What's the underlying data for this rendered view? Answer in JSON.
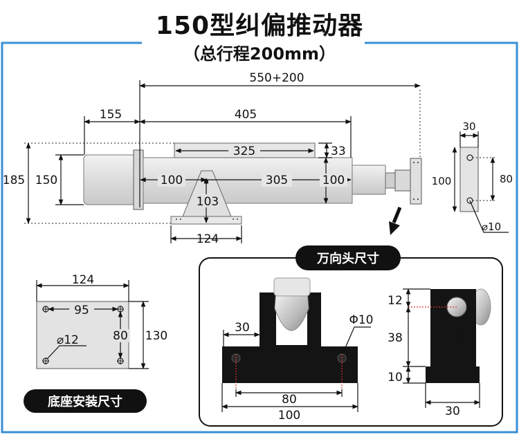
{
  "header": {
    "title": "150型纠偏推动器",
    "subtitle": "（总行程200mm）"
  },
  "main_view": {
    "overall_length": "550+200",
    "left_length": "155",
    "body_length": "405",
    "top_block_length": "325",
    "top_block_height": "33",
    "overall_height": "185",
    "cylinder_height": "150",
    "left_segment": "100",
    "middle_segment": "305",
    "right_segment": "100",
    "bracket_height": "103",
    "base_width": "124"
  },
  "end_view": {
    "width": "30",
    "height": "100",
    "hole_spacing": "80",
    "hole_diameter": "⌀10"
  },
  "base_mount": {
    "title": "底座安装尺寸",
    "width": "124",
    "hole_spacing_x": "95",
    "hole_diameter": "⌀12",
    "hole_spacing_y": "80",
    "height": "130"
  },
  "universal_joint": {
    "title": "万向头尺寸",
    "flange_width": "30",
    "hole_diameter": "Φ10",
    "hole_spacing": "80",
    "base_length": "100",
    "side_top": "12",
    "side_middle": "38",
    "side_bottom": "10",
    "side_width": "30"
  },
  "colors": {
    "frame_blue": "#3a8fd6",
    "pill_bg": "#111111",
    "metal_light": "#e3e3e3",
    "dark_part": "#141414",
    "red_mark": "#e03030"
  }
}
